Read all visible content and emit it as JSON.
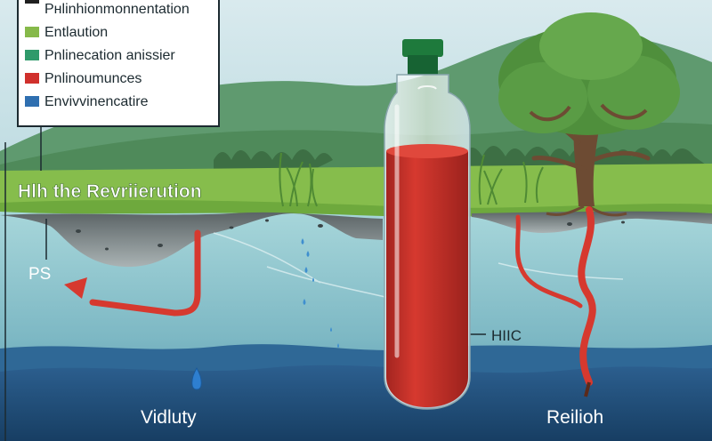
{
  "legend": {
    "items": [
      {
        "label": "Pнlinhionmonnentation",
        "color": "#1f1f1f"
      },
      {
        "label": "Entlaution",
        "color": "#86b94a"
      },
      {
        "label": "Pnlinecation anissier",
        "color": "#2f9a6a"
      },
      {
        "label": "Pnlinoumunces",
        "color": "#d0302c"
      },
      {
        "label": "Envivvinencatire",
        "color": "#2f6fb0"
      }
    ]
  },
  "labels": {
    "ground_title": "Hlh the Revriierution",
    "ps": "PS",
    "hiic": "HIIC",
    "vidluty": "Vidluty",
    "reilioh": "Reilioh"
  },
  "colors": {
    "sky": "#cfe4e8",
    "grass": "#7fb84a",
    "water": "#8fc7cf",
    "deep_water": "#1f4f7a",
    "fluid": "#c7302a",
    "cap": "#1e7a3c"
  }
}
